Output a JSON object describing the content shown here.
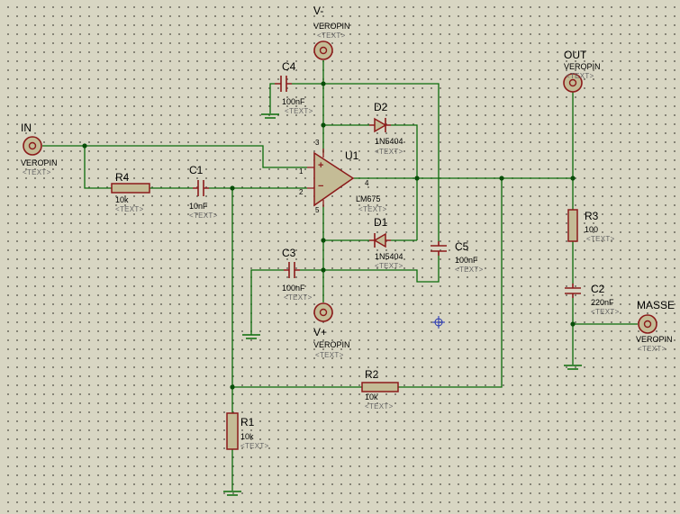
{
  "terminals": {
    "in": {
      "name": "IN",
      "type": "VEROPIN",
      "text": "<TEXT>"
    },
    "vneg": {
      "name": "V-",
      "type": "VEROPIN",
      "text": "<TEXT>"
    },
    "vpos": {
      "name": "V+",
      "type": "VEROPIN",
      "text": "<TEXT>"
    },
    "out": {
      "name": "OUT",
      "type": "VEROPIN",
      "text": "<TEXT>"
    },
    "masse": {
      "name": "MASSE",
      "type": "VEROPIN",
      "text": "<TEXT>"
    }
  },
  "components": {
    "u1": {
      "ref": "U1",
      "value": "LM675",
      "text": "<TEXT>",
      "pins": {
        "p1": "1",
        "p2": "2",
        "p3": "3",
        "p4": "4",
        "p5": "5"
      },
      "plus": "+",
      "minus": "−"
    },
    "r1": {
      "ref": "R1",
      "value": "10k",
      "text": "<TEXT>"
    },
    "r2": {
      "ref": "R2",
      "value": "10k",
      "text": "<TEXT>"
    },
    "r3": {
      "ref": "R3",
      "value": "100",
      "text": "<TEXT>"
    },
    "r4": {
      "ref": "R4",
      "value": "10k",
      "text": "<TEXT>"
    },
    "c1": {
      "ref": "C1",
      "value": "10nF",
      "text": "<TEXT>"
    },
    "c2": {
      "ref": "C2",
      "value": "220nF",
      "text": "<TEXT>"
    },
    "c3": {
      "ref": "C3",
      "value": "100nF",
      "text": "<TEXT>"
    },
    "c4": {
      "ref": "C4",
      "value": "100nF",
      "text": "<TEXT>"
    },
    "c5": {
      "ref": "C5",
      "value": "100nF",
      "text": "<TEXT>"
    },
    "d1": {
      "ref": "D1",
      "value": "1N5404",
      "text": "<TEXT>"
    },
    "d2": {
      "ref": "D2",
      "value": "1N5404",
      "text": "<TEXT>"
    }
  },
  "colors": {
    "wire": "#0a6b0a",
    "body": "#8b1a1a",
    "fill": "#c4bc96",
    "junction": "#084d08",
    "ground": "#0a6b0a",
    "marker": "#2030b0"
  }
}
